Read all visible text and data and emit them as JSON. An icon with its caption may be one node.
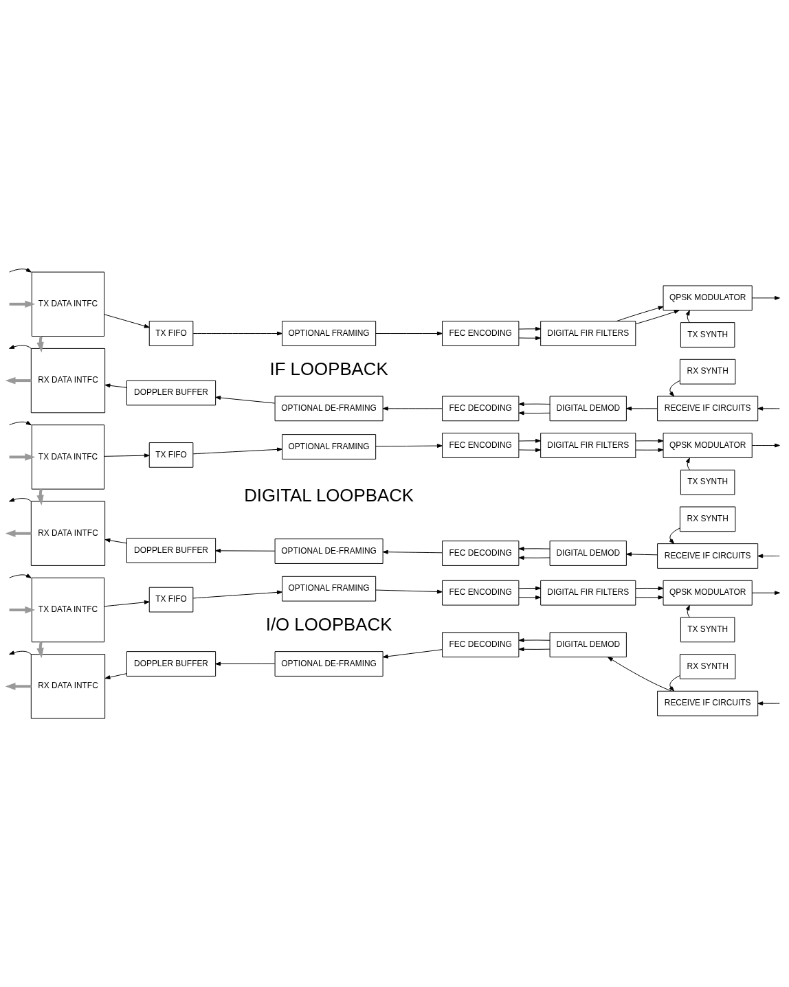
{
  "diagram": {
    "nodes": [
      {
        "text": [
          "TX DATA INTFC"
        ]
      },
      {
        "text": [
          "RX DATA INTFC"
        ]
      },
      {
        "text": [
          "TX FIFO"
        ]
      },
      {
        "text": [
          "OPTIONAL FRAMING"
        ]
      },
      {
        "text": [
          "FEC ENCODING"
        ]
      },
      {
        "text": [
          "DIGITAL FIR FILTERS"
        ]
      },
      {
        "text": [
          "QPSK MODULATOR"
        ]
      },
      {
        "text": [
          "TX SYNTH"
        ]
      },
      {
        "text": [
          "RX SYNTH"
        ]
      },
      {
        "text": [
          "RECEIVE IF CIRCUITS"
        ]
      },
      {
        "text": [
          "DIGITAL DEMOD"
        ]
      },
      {
        "text": [
          "FEC DECODING"
        ]
      },
      {
        "text": [
          "OPTIONAL DE-FRAMING"
        ]
      },
      {
        "text": [
          "DOPPLER BUFFER"
        ]
      },
      {
        "text": [
          "TX DATA INTFC"
        ]
      },
      {
        "text": [
          "RX DATA INTFC"
        ]
      },
      {
        "text": [
          "TX FIFO"
        ]
      },
      {
        "text": [
          "OPTIONAL FRAMING"
        ]
      },
      {
        "text": [
          "FEC ENCODING"
        ]
      },
      {
        "text": [
          "DIGITAL FIR FILTERS"
        ]
      },
      {
        "text": [
          "QPSK MODULATOR"
        ]
      },
      {
        "text": [
          "TX SYNTH"
        ]
      },
      {
        "text": [
          "RX SYNTH"
        ]
      },
      {
        "text": [
          "RECEIVE IF CIRCUITS"
        ]
      },
      {
        "text": [
          "DIGITAL DEMOD"
        ]
      },
      {
        "text": [
          "FEC DECODING"
        ]
      },
      {
        "text": [
          "OPTIONAL DE-FRAMING"
        ]
      },
      {
        "text": [
          "DOPPLER BUFFER"
        ]
      },
      {
        "text": [
          "TX DATA INTFC"
        ]
      },
      {
        "text": [
          "RX DATA INTFC"
        ]
      },
      {
        "text": [
          "TX FIFO"
        ]
      },
      {
        "text": [
          "OPTIONAL FRAMING"
        ]
      },
      {
        "text": [
          "FEC ENCODING"
        ]
      },
      {
        "text": [
          "DIGITAL FIR FILTERS"
        ]
      },
      {
        "text": [
          "QPSK MODULATOR"
        ]
      },
      {
        "text": [
          "TX SYNTH"
        ]
      },
      {
        "text": [
          "RX SYNTH"
        ]
      },
      {
        "text": [
          "RECEIVE IF CIRCUITS"
        ]
      },
      {
        "text": [
          "DIGITAL DEMOD"
        ]
      },
      {
        "text": [
          "FEC DECODING"
        ]
      },
      {
        "text": [
          "OPTIONAL DE-FRAMING"
        ]
      },
      {
        "text": [
          "DOPPLER BUFFER"
        ]
      }
    ],
    "edges": [
      {
        "from": null,
        "to": 0,
        "arrow": "to"
      },
      {
        "from": 0,
        "to": 2,
        "arrow": "to"
      },
      {
        "from": 2,
        "to": 3,
        "arrow": "to"
      },
      {
        "from": 3,
        "to": 4,
        "arrow": "to"
      },
      {
        "from": 4,
        "to": 5,
        "arrow": "to"
      },
      {
        "from": 4,
        "to": 5,
        "arrow": "to"
      },
      {
        "from": 5,
        "to": 6,
        "arrow": "to"
      },
      {
        "from": 5,
        "to": 6,
        "arrow": "to"
      },
      {
        "from": 6,
        "to": null,
        "arrow": "to"
      },
      {
        "from": 7,
        "to": 6,
        "arrow": "to"
      },
      {
        "from": 8,
        "to": 9,
        "arrow": "to"
      },
      {
        "from": null,
        "to": 9,
        "arrow": "to"
      },
      {
        "from": 9,
        "to": 10,
        "arrow": "to"
      },
      {
        "from": 10,
        "to": 11,
        "arrow": "to"
      },
      {
        "from": 10,
        "to": 11,
        "arrow": "to"
      },
      {
        "from": 11,
        "to": 12,
        "arrow": "to"
      },
      {
        "from": 12,
        "to": 13,
        "arrow": "to"
      },
      {
        "from": 13,
        "to": 1,
        "arrow": "to"
      },
      {
        "from": 1,
        "to": null,
        "arrow": "to"
      },
      {
        "from": null,
        "to": 0,
        "arrow": "to",
        "style": "thick",
        "color": "#999999"
      },
      {
        "from": 0,
        "to": 1,
        "arrow": "to",
        "style": "thick",
        "color": "#999999"
      },
      {
        "from": 1,
        "to": null,
        "arrow": "to",
        "style": "thick",
        "color": "#999999"
      },
      {
        "from": null,
        "to": 14,
        "arrow": "to"
      },
      {
        "from": 14,
        "to": 16,
        "arrow": "to"
      },
      {
        "from": 16,
        "to": 17,
        "arrow": "to"
      },
      {
        "from": 17,
        "to": 18,
        "arrow": "to"
      },
      {
        "from": 18,
        "to": 19,
        "arrow": "to"
      },
      {
        "from": 18,
        "to": 19,
        "arrow": "to"
      },
      {
        "from": 19,
        "to": 20,
        "arrow": "to"
      },
      {
        "from": 19,
        "to": 20,
        "arrow": "to"
      },
      {
        "from": 20,
        "to": null,
        "arrow": "to"
      },
      {
        "from": 21,
        "to": 20,
        "arrow": "to"
      },
      {
        "from": 22,
        "to": 23,
        "arrow": "to"
      },
      {
        "from": null,
        "to": 23,
        "arrow": "to"
      },
      {
        "from": 23,
        "to": 24,
        "arrow": "to"
      },
      {
        "from": 24,
        "to": 25,
        "arrow": "to"
      },
      {
        "from": 24,
        "to": 25,
        "arrow": "to"
      },
      {
        "from": 25,
        "to": 26,
        "arrow": "to"
      },
      {
        "from": 26,
        "to": 27,
        "arrow": "to"
      },
      {
        "from": 27,
        "to": 15,
        "arrow": "to"
      },
      {
        "from": 15,
        "to": null,
        "arrow": "to"
      },
      {
        "from": null,
        "to": 14,
        "arrow": "to",
        "style": "thick",
        "color": "#999999"
      },
      {
        "from": 14,
        "to": 15,
        "arrow": "to",
        "style": "thick",
        "color": "#999999"
      },
      {
        "from": 15,
        "to": null,
        "arrow": "to",
        "style": "thick",
        "color": "#999999"
      },
      {
        "from": null,
        "to": 28,
        "arrow": "to"
      },
      {
        "from": 28,
        "to": 30,
        "arrow": "to"
      },
      {
        "from": 30,
        "to": 31,
        "arrow": "to"
      },
      {
        "from": 31,
        "to": 32,
        "arrow": "to"
      },
      {
        "from": 32,
        "to": 33,
        "arrow": "to"
      },
      {
        "from": 32,
        "to": 33,
        "arrow": "to"
      },
      {
        "from": 33,
        "to": 34,
        "arrow": "to"
      },
      {
        "from": 33,
        "to": 34,
        "arrow": "to"
      },
      {
        "from": 34,
        "to": null,
        "arrow": "to"
      },
      {
        "from": 35,
        "to": 34,
        "arrow": "to"
      },
      {
        "from": 36,
        "to": 37,
        "arrow": "to"
      },
      {
        "from": null,
        "to": 37,
        "arrow": "to"
      },
      {
        "from": 37,
        "to": 38,
        "arrow": "to"
      },
      {
        "from": 38,
        "to": 39,
        "arrow": "to"
      },
      {
        "from": 38,
        "to": 39,
        "arrow": "to"
      },
      {
        "from": 39,
        "to": 40,
        "arrow": "to"
      },
      {
        "from": 40,
        "to": 41,
        "arrow": "to"
      },
      {
        "from": 41,
        "to": 29,
        "arrow": "to"
      },
      {
        "from": 29,
        "to": null,
        "arrow": "to"
      },
      {
        "from": null,
        "to": 28,
        "arrow": "to",
        "style": "thick",
        "color": "#999999"
      },
      {
        "from": 28,
        "to": 29,
        "arrow": "to",
        "style": "thick",
        "color": "#999999"
      },
      {
        "from": 29,
        "to": null,
        "arrow": "to",
        "style": "thick",
        "color": "#999999"
      }
    ],
    "labels": [
      "IF LOOPBACK",
      "DIGITAL LOOPBACK",
      "I/O LOOPBACK"
    ]
  }
}
